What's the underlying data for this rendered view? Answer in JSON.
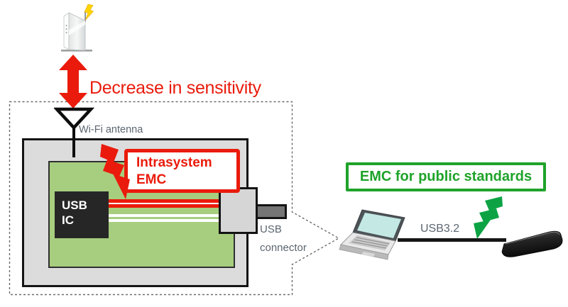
{
  "labels": {
    "decrease_in_sensitivity": "Decrease in sensitivity",
    "wifi_antenna": "Wi-Fi antenna",
    "usb_ic_lines": [
      "USB",
      "IC"
    ],
    "intrasystem_emc_lines": [
      "Intrasystem",
      "EMC"
    ],
    "usb_connector_lines": [
      "USB",
      "connector"
    ],
    "emc_public_standards": "EMC for public standards",
    "usb_32": "USB3.2"
  },
  "icons": {
    "wireless_router": "wireless-access-point",
    "interference_bolt_yellow": "lightning-bolt",
    "desense_arrow": "double-headed-vertical-arrow",
    "wifi_antenna_symbol": "antenna-symbol",
    "intrasystem_emi_bolt": "lightning-bolt",
    "public_emc_bolt": "lightning-bolt",
    "laptop": "laptop",
    "external_drive": "portable-ssd",
    "usb_cable": "cable-line"
  },
  "colors": {
    "red": "#ea1b0c",
    "green": "#1fa32a",
    "bolt_green": "#0da344",
    "bolt_yellow": "#ffd400",
    "pcb_green": "#a6ce7e",
    "enclosure_gray": "#dcdcdc",
    "label_gray": "#5b6670",
    "cable_black": "#151515"
  }
}
